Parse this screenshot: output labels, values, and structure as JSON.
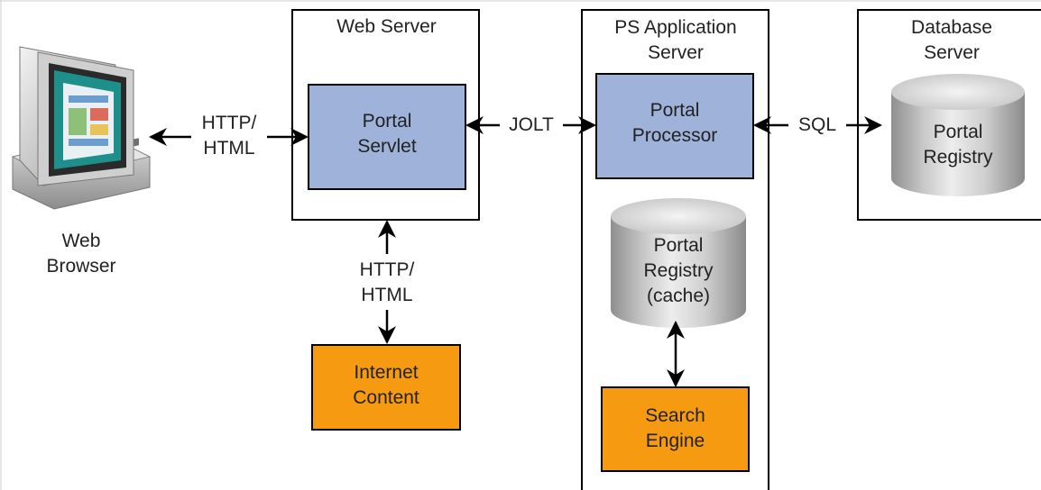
{
  "browser": {
    "label_lines": [
      "Web",
      "Browser"
    ]
  },
  "web_server": {
    "title_lines": [
      "Web Server"
    ],
    "servlet_lines": [
      "Portal",
      "Servlet"
    ]
  },
  "app_server": {
    "title_lines": [
      "PS Application",
      "Server"
    ],
    "processor_lines": [
      "Portal",
      "Processor"
    ],
    "cache_lines": [
      "Portal",
      "Registry",
      "(cache)"
    ],
    "search_lines": [
      "Search",
      "Engine"
    ]
  },
  "db_server": {
    "title_lines": [
      "Database",
      "Server"
    ],
    "registry_lines": [
      "Portal",
      "Registry"
    ]
  },
  "internet": {
    "content_lines": [
      "Internet",
      "Content"
    ]
  },
  "connectors": {
    "browser_web_lines": [
      "HTTP/",
      "HTML"
    ],
    "web_internet_lines": [
      "HTTP/",
      "HTML"
    ],
    "jolt": "JOLT",
    "sql": "SQL"
  },
  "colors": {
    "blue_box": "#9fb2d9",
    "orange_box": "#f59a11",
    "frame": "#000000"
  }
}
